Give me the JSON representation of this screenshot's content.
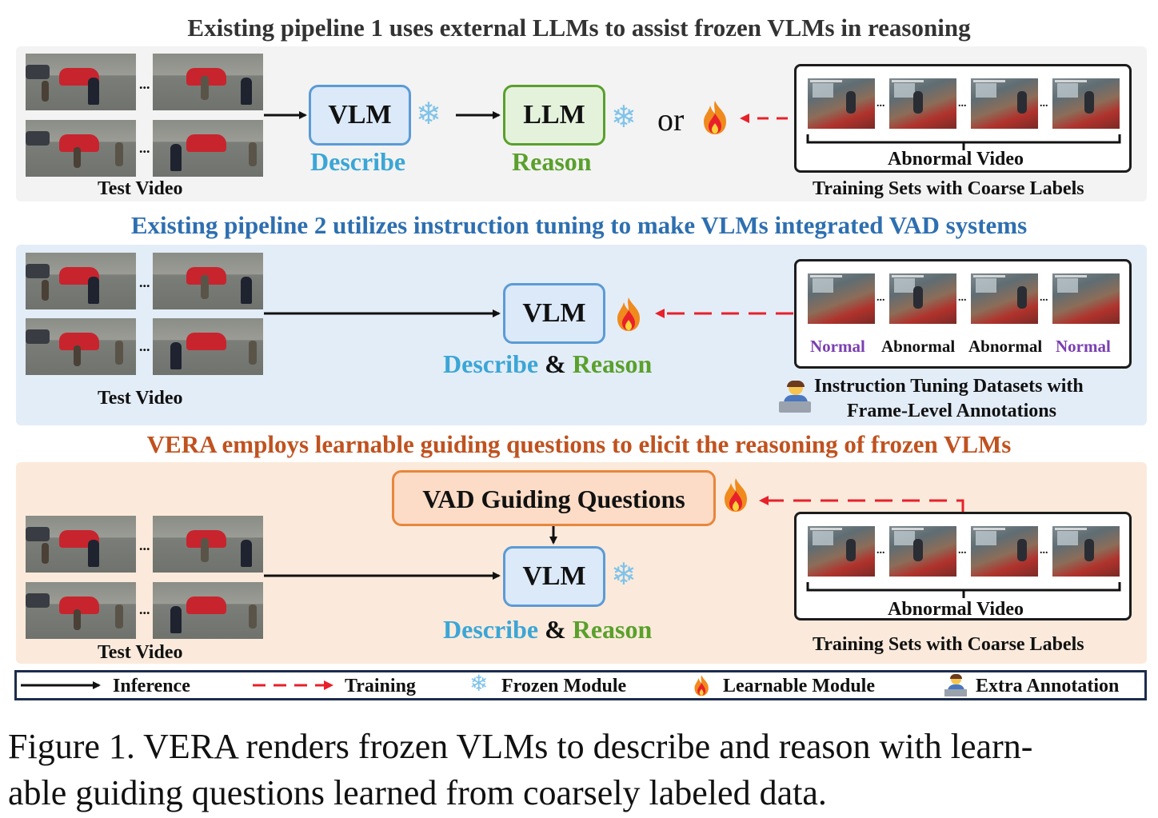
{
  "panel1": {
    "title": "Existing pipeline 1 uses external LLMs to assist frozen VLMs in reasoning",
    "test_video": "Test Video",
    "vlm": "VLM",
    "llm": "LLM",
    "describe": "Describe",
    "reason": "Reason",
    "or": "or",
    "abnormal_video": "Abnormal Video",
    "training_sets": "Training Sets with Coarse Labels"
  },
  "panel2": {
    "title": "Existing pipeline 2 utilizes instruction tuning to make VLMs integrated VAD systems",
    "test_video": "Test Video",
    "vlm": "VLM",
    "describe": "Describe",
    "amp": "&",
    "reason": "Reason",
    "frame_labels": [
      "Normal",
      "Abnormal",
      "Abnormal",
      "Normal"
    ],
    "dataset_line1": "Instruction Tuning Datasets with",
    "dataset_line2": "Frame-Level Annotations"
  },
  "panel3": {
    "title": "VERA employs learnable guiding questions to elicit the reasoning of frozen VLMs",
    "test_video": "Test Video",
    "questions": "VAD Guiding Questions",
    "vlm": "VLM",
    "describe": "Describe",
    "amp": "&",
    "reason": "Reason",
    "abnormal_video": "Abnormal Video",
    "training_sets": "Training Sets with Coarse Labels"
  },
  "legend": {
    "inference": "Inference",
    "training": "Training",
    "frozen": "Frozen Module",
    "learnable": "Learnable Module",
    "extra": "Extra Annotation"
  },
  "caption": {
    "line1": "Figure 1.  VERA renders frozen VLMs to describe and reason with learn-",
    "line2": "able guiding questions learned from coarsely labeled data."
  },
  "colors": {
    "title1": "#333333",
    "title2": "#2e6fb0",
    "title3": "#c0521f",
    "describe": "#3ba6d6",
    "reason": "#5aa02c",
    "normal": "#7a3fb0",
    "training_arrow": "#e8202a"
  },
  "icons": [
    "snowflake-icon",
    "fire-icon",
    "annotator-icon"
  ]
}
